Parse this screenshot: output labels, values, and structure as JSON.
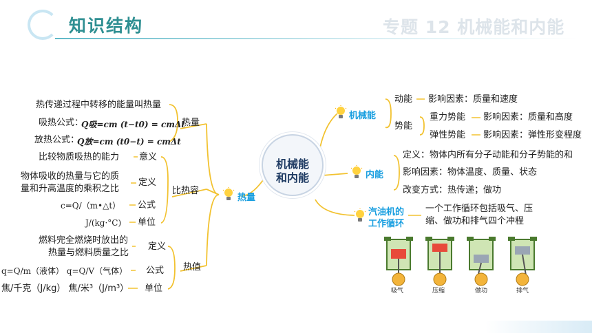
{
  "header": {
    "title": "知识结构",
    "topic": "专题 12  机械能和内能"
  },
  "center": {
    "line1": "机械能",
    "line2": "和内能"
  },
  "left_branch": {
    "label": "热量",
    "heat": {
      "label": "热量",
      "items": [
        "热传递过程中转移的能量叫热量",
        "吸热公式：",
        "Q吸=cm (t−t0) = cmΔt",
        "放热公式：",
        "Q放=cm (t0−t) = cmΔt"
      ]
    },
    "specific_heat": {
      "label": "比热容",
      "rows": [
        {
          "content": "比较物质吸热的能力",
          "tag": "意义"
        },
        {
          "content": "物体吸收的热量与它的质",
          "content2": "量和升高温度的乘积之比",
          "tag": "定义"
        },
        {
          "content": "c=Q/（m•△t）",
          "tag": "公式"
        },
        {
          "content": "J/(kg·°C)",
          "tag": "单位"
        }
      ]
    },
    "heat_value": {
      "label": "热值",
      "rows": [
        {
          "content": "燃料完全燃烧时放出的",
          "content2": "热量与燃料质量之比",
          "tag": "定义"
        },
        {
          "content": "q=Q/m（液体） q=Q/V（气体）",
          "tag": "公式"
        },
        {
          "content": "焦/千克（J/kg） 焦/米³（J/m³）",
          "tag": "单位"
        }
      ]
    }
  },
  "right_branch": {
    "mechanical": {
      "label": "机械能",
      "kinetic": {
        "label": "动能",
        "factor": "影响因素：质量和速度"
      },
      "potential": {
        "label": "势能",
        "gravity": {
          "label": "重力势能",
          "factor": "影响因素：质量和高度"
        },
        "elastic": {
          "label": "弹性势能",
          "factor": "影响因素：弹性形变程度"
        }
      }
    },
    "internal": {
      "label": "内能",
      "items": [
        "定义：物体内所有分子动能和分子势能的和",
        "影响因素：物体温度、质量、状态",
        "改变方式：热传递；做功"
      ]
    },
    "engine": {
      "label1": "汽油机的",
      "label2": "工作循环",
      "desc1": "一个工作循环包括吸气、压",
      "desc2": "缩、做功和排气四个冲程",
      "strokes": [
        "吸气",
        "压缩",
        "做功",
        "排气"
      ]
    }
  }
}
